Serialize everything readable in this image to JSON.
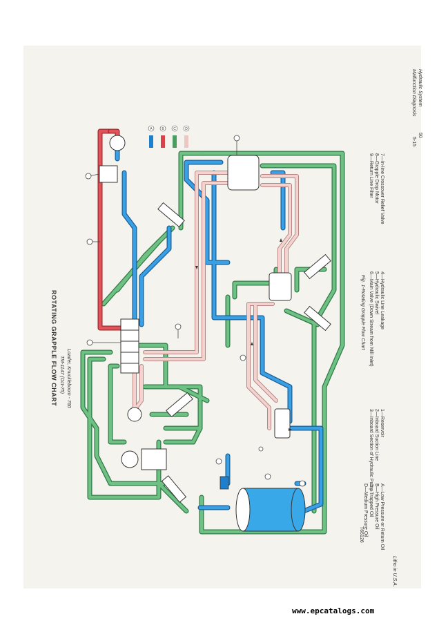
{
  "header": {
    "page_number": "50",
    "section_number": "5-15",
    "section_title": "Hydraulic System",
    "section_subtitle": "Malfunction Diagnosis",
    "machine": "Loader, Knuckleboom - 760",
    "manual_ref": "TM-1147 (Oct-75)",
    "chart_title": "ROTATING GRAPPLE FLOW CHART"
  },
  "legend": {
    "swatch_letters": [
      "A",
      "B",
      "C",
      "D"
    ],
    "colors": {
      "low_pressure": "#1e7fcc",
      "high_pressure": "#d6444b",
      "trapped": "#4a9d5e",
      "medium_pressure": "#eec7c4"
    },
    "entries": [
      "A—Low Pressure or Return Oil",
      "B—High Pressure Oil",
      "C—Trapped Oil",
      "D—Medium Pressure Oil"
    ]
  },
  "component_list": {
    "col1": [
      "1—Reservoir",
      "2—Inboard Suction Line",
      "3—Inboard Section of Hydraulic Pump"
    ],
    "col2": [
      "4—Hydraulic Line Leakage",
      "5—Hydraulic Swivel",
      "6—Main Valve (Down Stream from Mill Inlet)"
    ],
    "col3": [
      "7—In-line Crossover Relief Valve",
      "8—Grapple Drop Motor",
      "9—Return Line Filter"
    ]
  },
  "figure_caption": "Fig. 1-Rotating Grapple Flow Chart",
  "figure_code": "T66126",
  "footer": {
    "litho": "Litho in U.S.A.",
    "url": "www.epcatalogs.com"
  }
}
